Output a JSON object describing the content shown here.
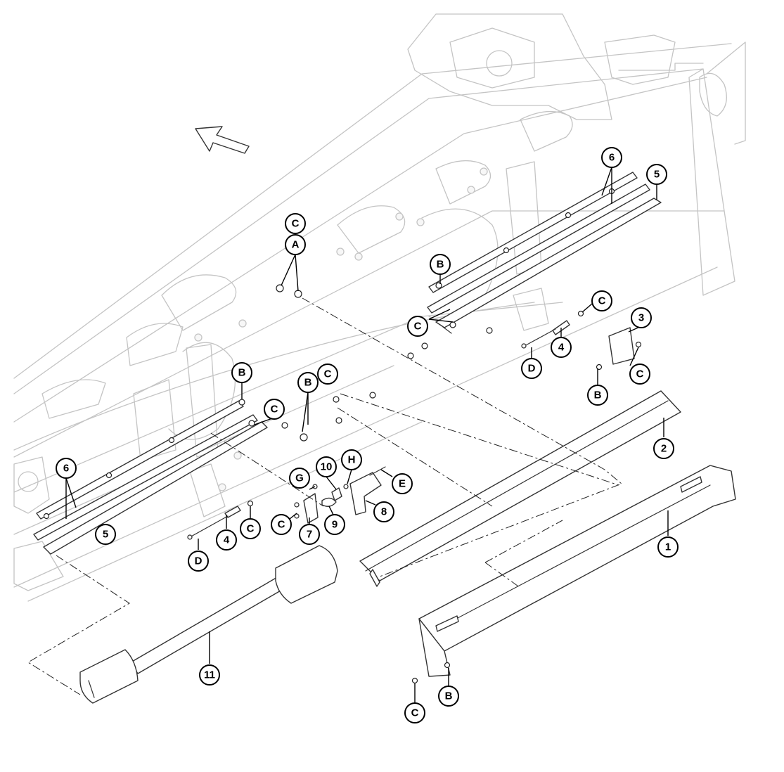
{
  "callouts": [
    {
      "label": "C"
    },
    {
      "label": "A"
    },
    {
      "label": "6"
    },
    {
      "label": "5"
    },
    {
      "label": "B"
    },
    {
      "label": "C"
    },
    {
      "label": "C"
    },
    {
      "label": "3"
    },
    {
      "label": "4"
    },
    {
      "label": "D"
    },
    {
      "label": "C"
    },
    {
      "label": "B"
    },
    {
      "label": "B"
    },
    {
      "label": "B"
    },
    {
      "label": "C"
    },
    {
      "label": "C"
    },
    {
      "label": "2"
    },
    {
      "label": "6"
    },
    {
      "label": "10"
    },
    {
      "label": "H"
    },
    {
      "label": "G"
    },
    {
      "label": "E"
    },
    {
      "label": "C"
    },
    {
      "label": "7"
    },
    {
      "label": "9"
    },
    {
      "label": "8"
    },
    {
      "label": "4"
    },
    {
      "label": "C"
    },
    {
      "label": "5"
    },
    {
      "label": "D"
    },
    {
      "label": "1"
    },
    {
      "label": "11"
    },
    {
      "label": "B"
    },
    {
      "label": "C"
    }
  ]
}
